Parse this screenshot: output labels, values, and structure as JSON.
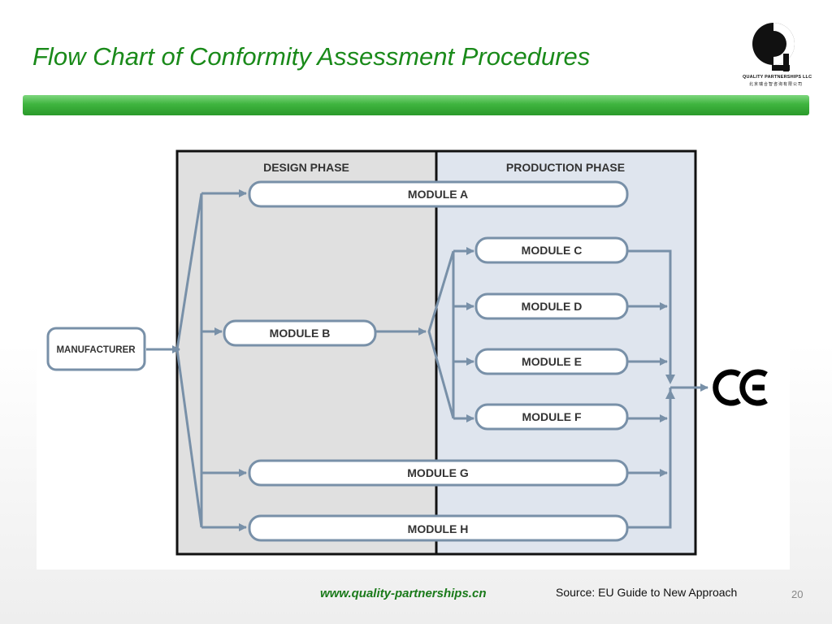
{
  "slide": {
    "title": "Flow Chart of Conformity Assessment Procedures",
    "footer_url": "www.quality-partnerships.cn",
    "footer_source": "Source: EU Guide to New Approach",
    "page_number": "20"
  },
  "logo": {
    "name": "QUALITY PARTNERSHIPS LLC",
    "chinese_name": "北京瑞合智咨询有限公司"
  },
  "diagram": {
    "design_phase_label": "DESIGN PHASE",
    "production_phase_label": "PRODUCTION PHASE",
    "manufacturer_label": "MANUFACTURER",
    "modules": {
      "a": "MODULE A",
      "b": "MODULE B",
      "c": "MODULE C",
      "d": "MODULE D",
      "e": "MODULE E",
      "f": "MODULE F",
      "g": "MODULE G",
      "h": "MODULE H"
    },
    "ce_mark": "CE"
  },
  "colors": {
    "title_green": "#1a8a1a",
    "bar_green": "#3fb43f",
    "flow_blue_gray": "#7890a8",
    "design_phase_bg": "#e0e0e0",
    "production_phase_bg": "#dfe5ee"
  }
}
